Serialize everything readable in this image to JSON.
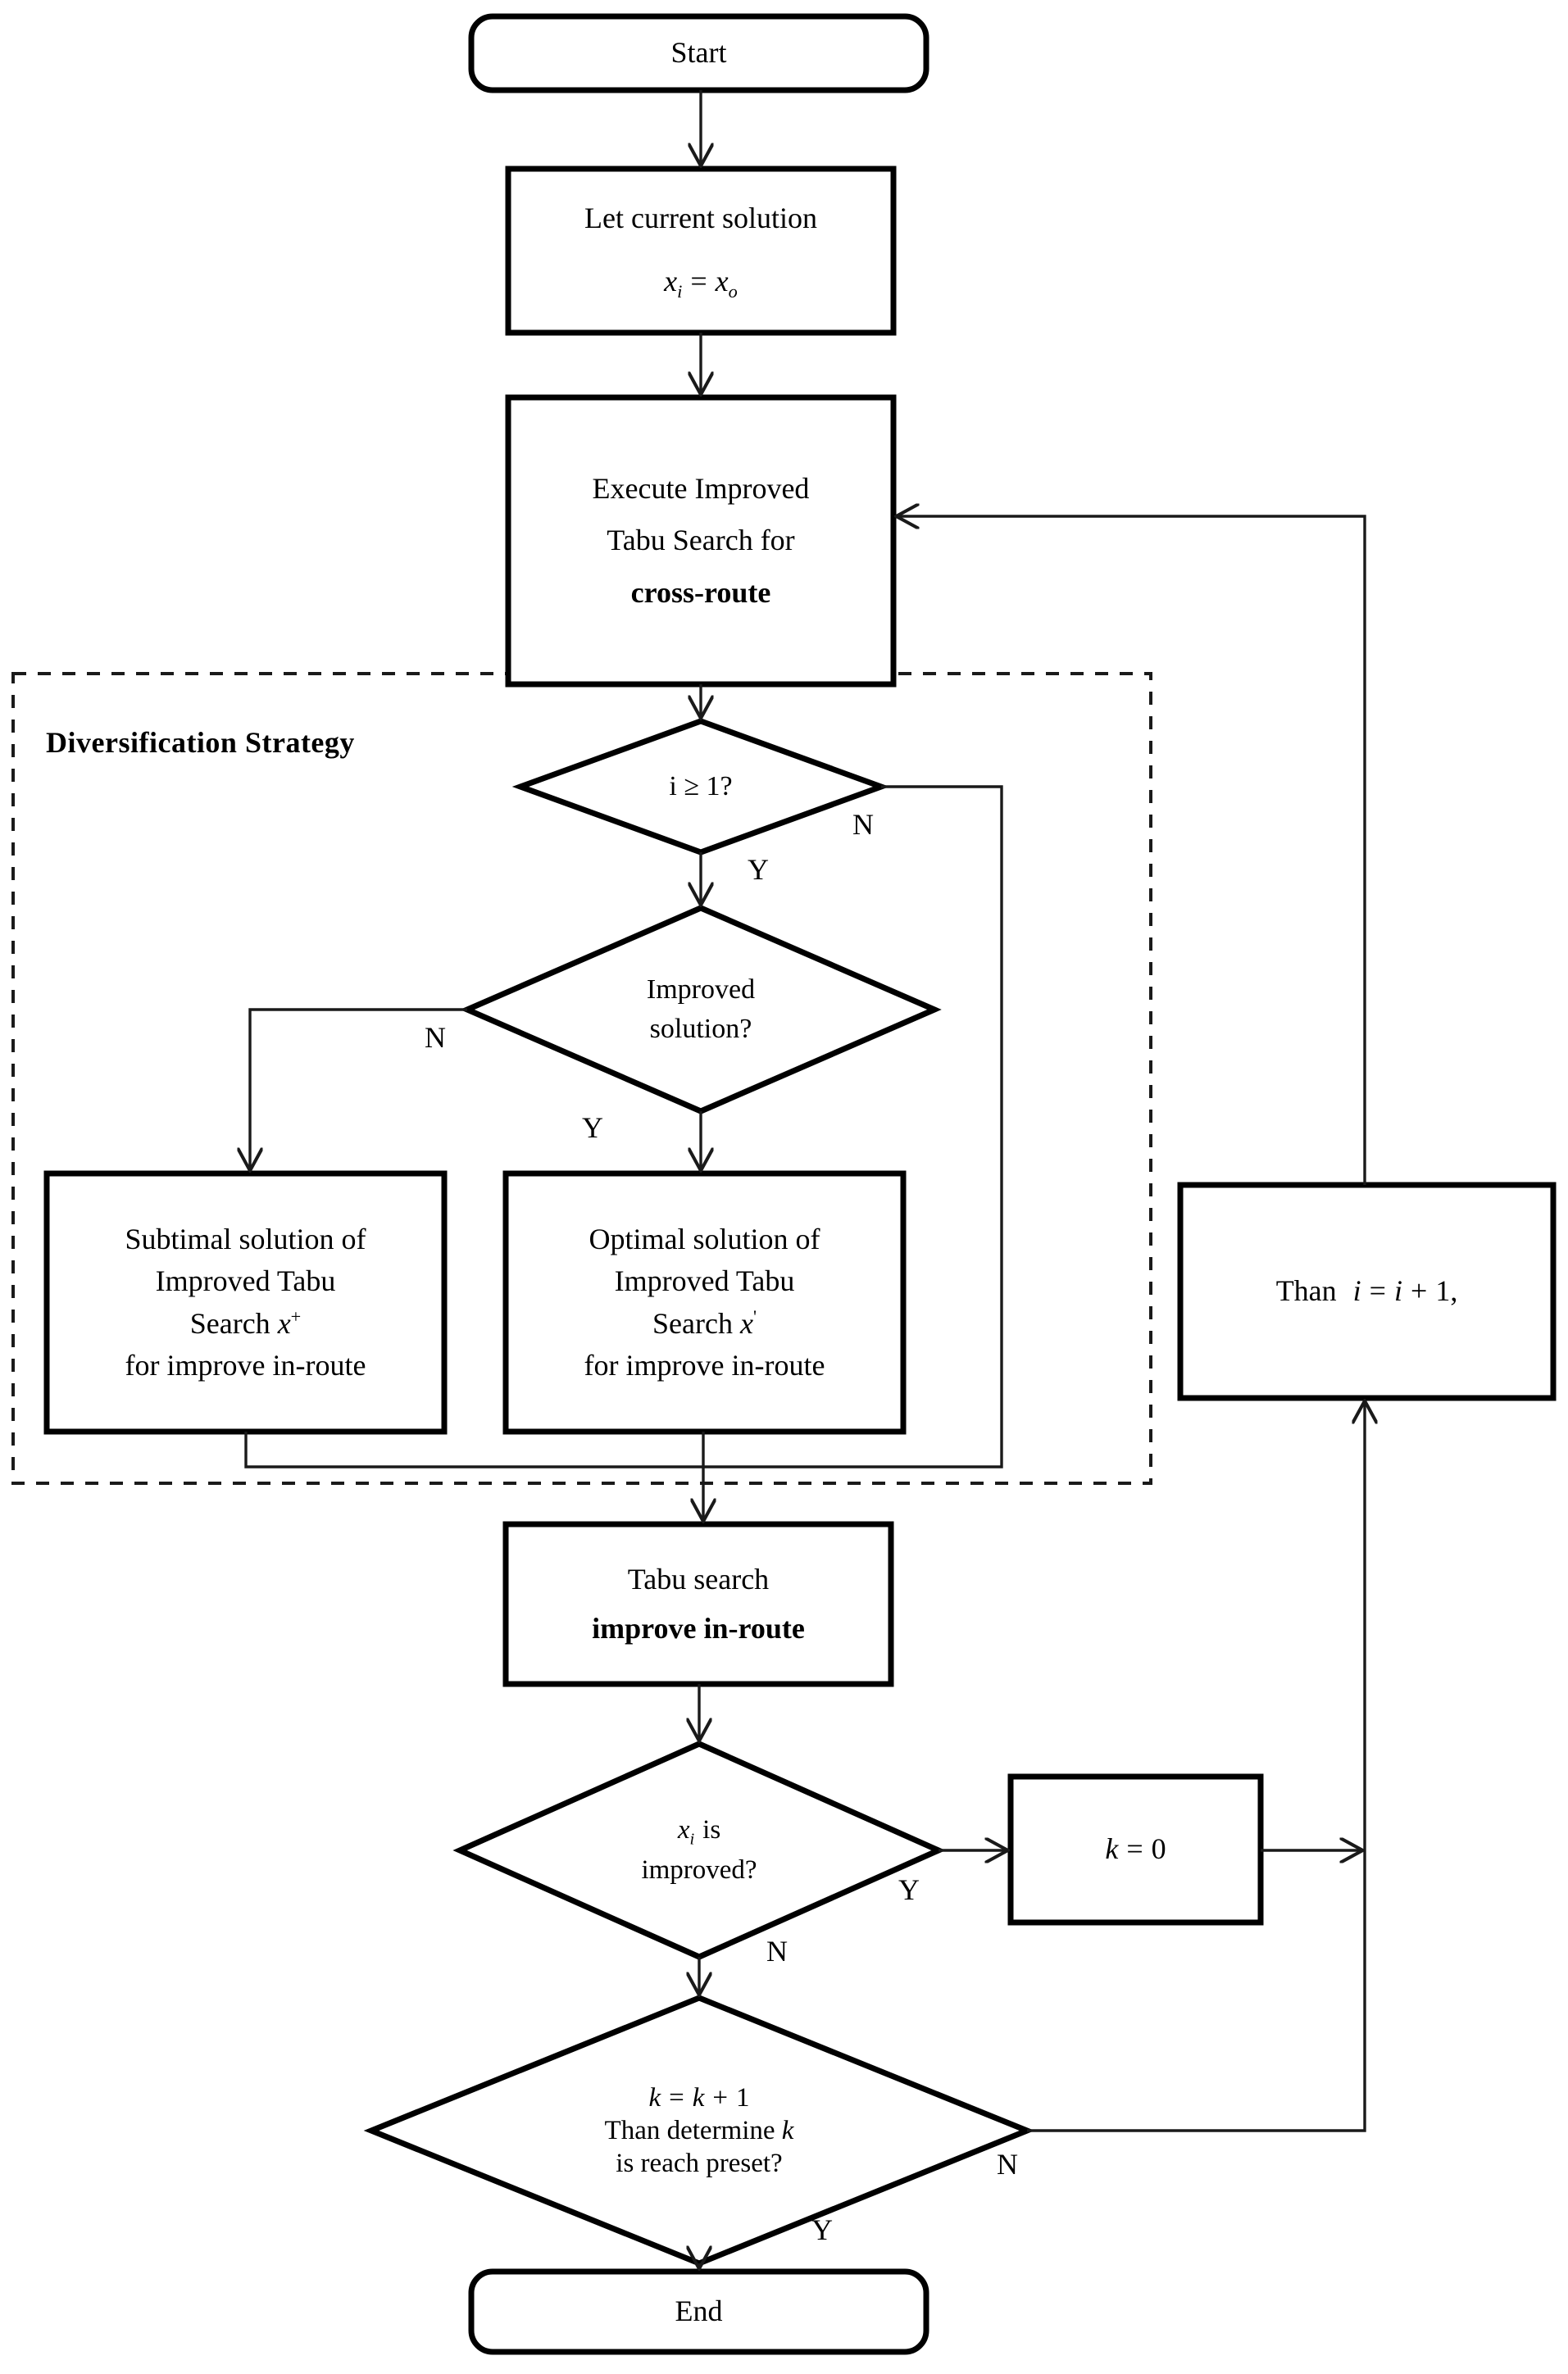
{
  "diagram": {
    "title_group": "Diversification Strategy",
    "nodes": {
      "start": {
        "label": "Start",
        "shape": "terminator"
      },
      "let_current": {
        "line1": "Let current solution",
        "line2_var": "x",
        "line2_sub": "i",
        "line2_eq": "=",
        "line2_var2": "x",
        "line2_sub2": "o",
        "shape": "process"
      },
      "execute_ts": {
        "line1": "Execute Improved",
        "line2": "Tabu Search for",
        "line3": "cross-route",
        "shape": "process"
      },
      "dec_i": {
        "label": "i  ≥  1?",
        "shape": "decision"
      },
      "dec_improved": {
        "line1": "Improved",
        "line2": "solution?",
        "shape": "decision"
      },
      "subtimal": {
        "line1": "Subtimal solution of",
        "line2": "Improved Tabu",
        "line3_a": "Search ",
        "line3_var": "x",
        "line3_sup": "+",
        "line4": "for improve in-route",
        "shape": "process"
      },
      "optimal": {
        "line1": "Optimal solution of",
        "line2": "Improved Tabu",
        "line3_a": "Search ",
        "line3_var": "x",
        "line3_sup": "'",
        "line4": "for improve in-route",
        "shape": "process"
      },
      "than_i": {
        "a": "Than",
        "b": "i",
        "c": "=",
        "d": "i",
        "e": "+",
        "f": "1,",
        "shape": "process"
      },
      "tabu_in_route": {
        "line1": "Tabu search",
        "line2": "improve in-route",
        "shape": "process"
      },
      "dec_xi": {
        "line1_var": "x",
        "line1_sub": "i",
        "line1_rest": "is",
        "line2": "improved?",
        "shape": "decision"
      },
      "k_zero": {
        "a": "k",
        "b": "=",
        "c": "0",
        "shape": "process"
      },
      "dec_k": {
        "line1_a": "k",
        "line1_b": "=",
        "line1_c": "k",
        "line1_d": "+",
        "line1_e": "1",
        "line2_a": "Than determine ",
        "line2_k": "k",
        "line3": "is reach preset?",
        "shape": "decision"
      },
      "end": {
        "label": "End",
        "shape": "terminator"
      }
    },
    "edge_labels": {
      "dec_i_yes": "Y",
      "dec_i_no": "N",
      "dec_improved_no": "N",
      "dec_improved_yes": "Y",
      "dec_xi_yes": "Y",
      "dec_xi_no": "N",
      "dec_k_no": "N",
      "dec_k_yes": "Y"
    },
    "colors": {
      "stroke": "#000000",
      "background": "#ffffff",
      "thin_stroke": "#333333"
    }
  }
}
